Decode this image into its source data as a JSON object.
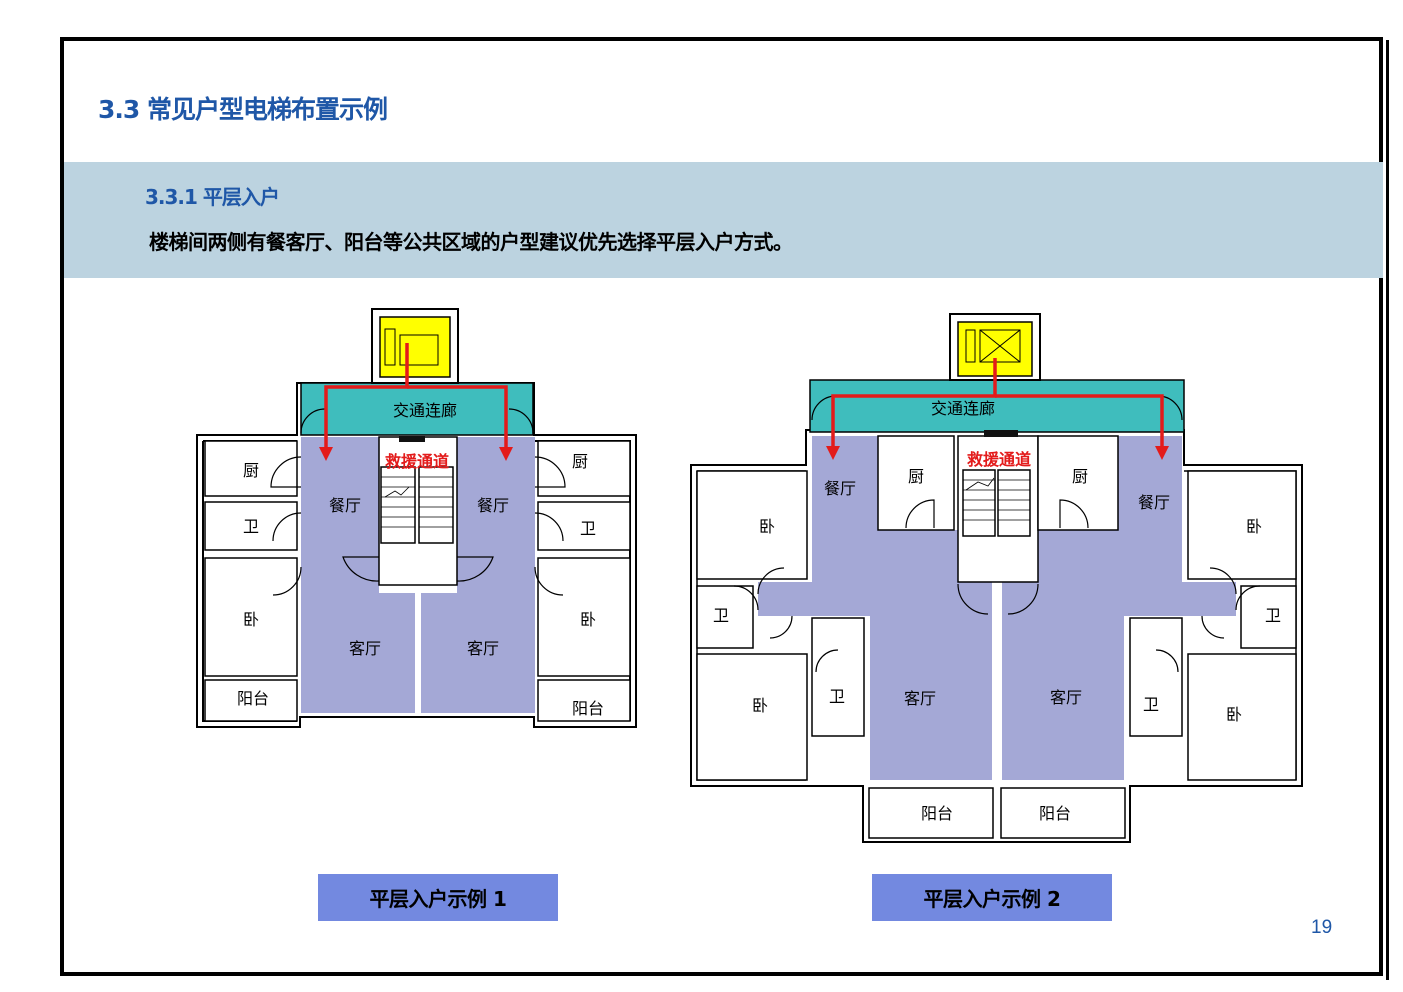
{
  "header": {
    "title": "3.3 常见户型电梯布置示例",
    "subtitle": "3.3.1 平层入户",
    "description": "楼梯间两侧有餐客厅、阳台等公共区域的户型建议优先选择平层入户方式。"
  },
  "plan1": {
    "corridor": "交通连廊",
    "rescue": "救援通道",
    "rooms": {
      "kitchen": "厨",
      "bath": "卫",
      "bed": "卧",
      "balcony": "阳台",
      "dining": "餐厅",
      "living": "客厅"
    },
    "caption": "平层入户示例 1"
  },
  "plan2": {
    "corridor": "交通连廊",
    "rescue": "救援通道",
    "rooms": {
      "kitchen": "厨",
      "bath": "卫",
      "bed": "卧",
      "balcony": "阳台",
      "dining": "餐厅",
      "living": "客厅"
    },
    "caption": "平层入户示例 2"
  },
  "page_number": "19",
  "colors": {
    "title_blue": "#1f57a7",
    "band": "#bcd3e0",
    "corridor_teal": "#3fbdbd",
    "elevator_yellow": "#ffff00",
    "public_area": "#a4a8d6",
    "route_red": "#e31b1b",
    "caption_bg": "#7389e0"
  }
}
